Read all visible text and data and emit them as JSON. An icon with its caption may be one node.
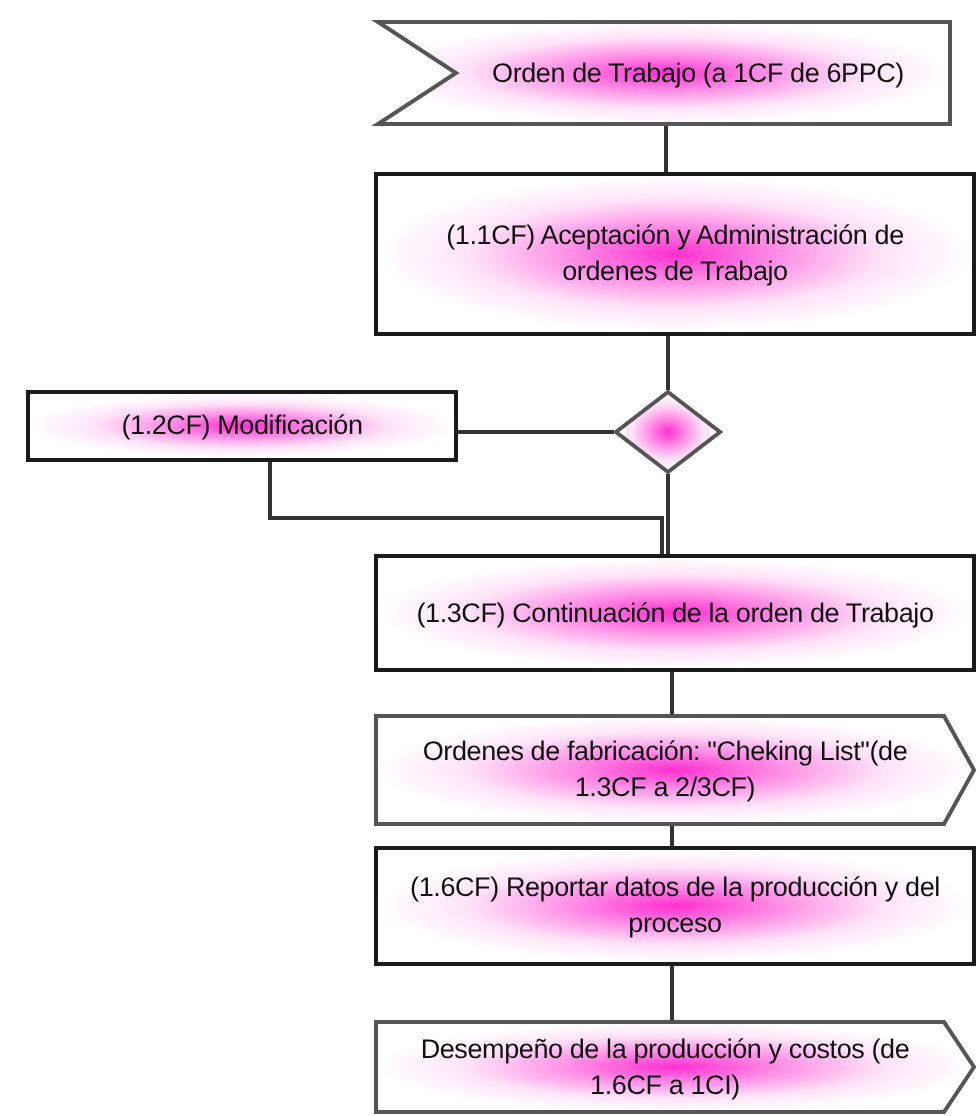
{
  "diagram": {
    "nodes": [
      {
        "text": [
          "Orden de Trabajo (a 1CF de 6PPC)"
        ]
      },
      {
        "text": [
          "(1.1CF) Aceptación y Administración de ordenes de Trabajo"
        ]
      },
      {
        "text": [
          "(1.2CF) Modificación"
        ]
      },
      {
        "text": [],
        "shape": "diamond"
      },
      {
        "text": [
          "(1.3CF) Continuación de la orden de Trabajo"
        ]
      },
      {
        "text": [
          "Ordenes de fabricación: \"Cheking List\"(de 1.3CF a 2/3CF)"
        ]
      },
      {
        "text": [
          "(1.6CF) Reportar datos de la producción y del proceso"
        ]
      },
      {
        "text": [
          "Desempeño de la producción y costos (de 1.6CF a 1CI)"
        ]
      }
    ],
    "edges": [
      {
        "from": 0,
        "to": 1,
        "arrow": "none"
      },
      {
        "from": 1,
        "to": 3,
        "arrow": "none"
      },
      {
        "from": 3,
        "to": 2,
        "arrow": "none"
      },
      {
        "from": 2,
        "to": 4,
        "arrow": "none"
      },
      {
        "from": 3,
        "to": 4,
        "arrow": "none"
      },
      {
        "from": 4,
        "to": 5,
        "arrow": "none"
      },
      {
        "from": 5,
        "to": 6,
        "arrow": "none"
      },
      {
        "from": 6,
        "to": 7,
        "arrow": "none"
      }
    ]
  }
}
